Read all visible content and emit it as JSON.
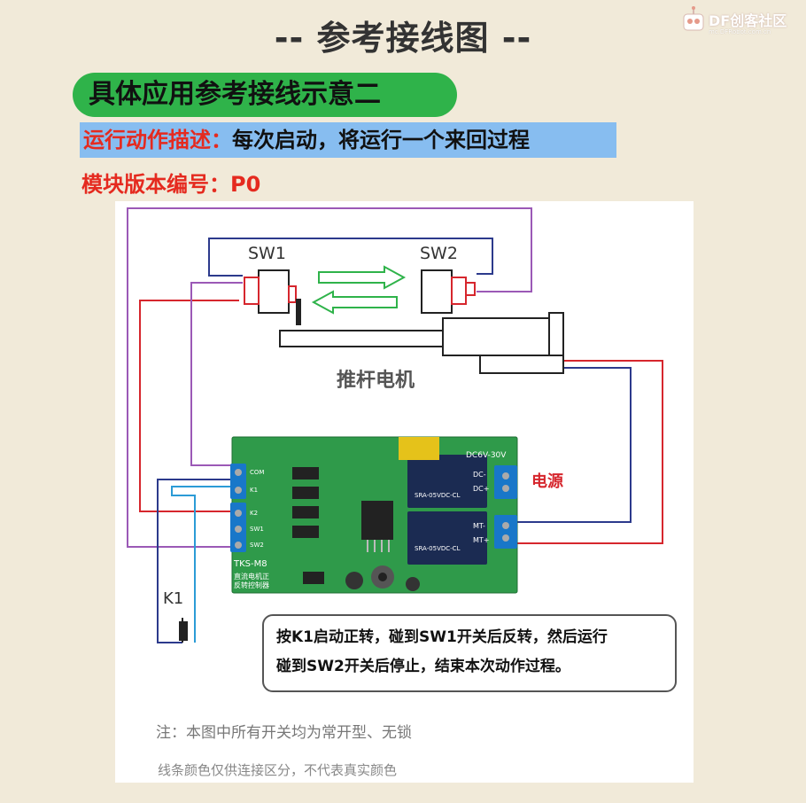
{
  "title": "-- 参考接线图 --",
  "logo": {
    "brand": "DF创客社区",
    "url": "mc.DFRobot.com.cn"
  },
  "section_pill": "具体应用参考接线示意二",
  "description": {
    "label": "运行动作描述：",
    "value": "每次启动，将运行一个来回过程"
  },
  "version": "模块版本编号：P0",
  "diagram": {
    "sw1": "SW1",
    "sw2": "SW2",
    "actuator": "推杆电机",
    "power": "电源",
    "k1": "K1",
    "board": {
      "model": "TKS-M8",
      "subtitle1": "直流电机正",
      "subtitle2": "反转控制器",
      "dc_range": "DC6V-30V",
      "dc_minus": "DC-",
      "dc_plus": "DC+",
      "mt_minus": "MT-",
      "mt_plus": "MT+",
      "relay_model": "SRA-05VDC-CL",
      "left_pins": [
        "COM",
        "K1",
        "K2",
        "SW1",
        "SW2"
      ]
    }
  },
  "note": {
    "line1": "按K1启动正转，碰到SW1开关后反转，然后运行",
    "line2": "碰到SW2开关后停止，结束本次动作过程。"
  },
  "footnote1": "注：本图中所有开关均为常开型、无锁",
  "footnote2": "线条颜色仅供连接区分，不代表真实颜色",
  "colors": {
    "background": "#f1ead9",
    "pill": "#2fb34a",
    "highlight": "#87bdf0",
    "red_text": "#e52a1f",
    "board_green": "#2f9a4a",
    "terminal_blue": "#1877c9",
    "wire_red": "#d6262d",
    "wire_purple": "#9b59b6",
    "wire_navy": "#2c3a8c",
    "wire_cyan": "#2b9bd6"
  }
}
